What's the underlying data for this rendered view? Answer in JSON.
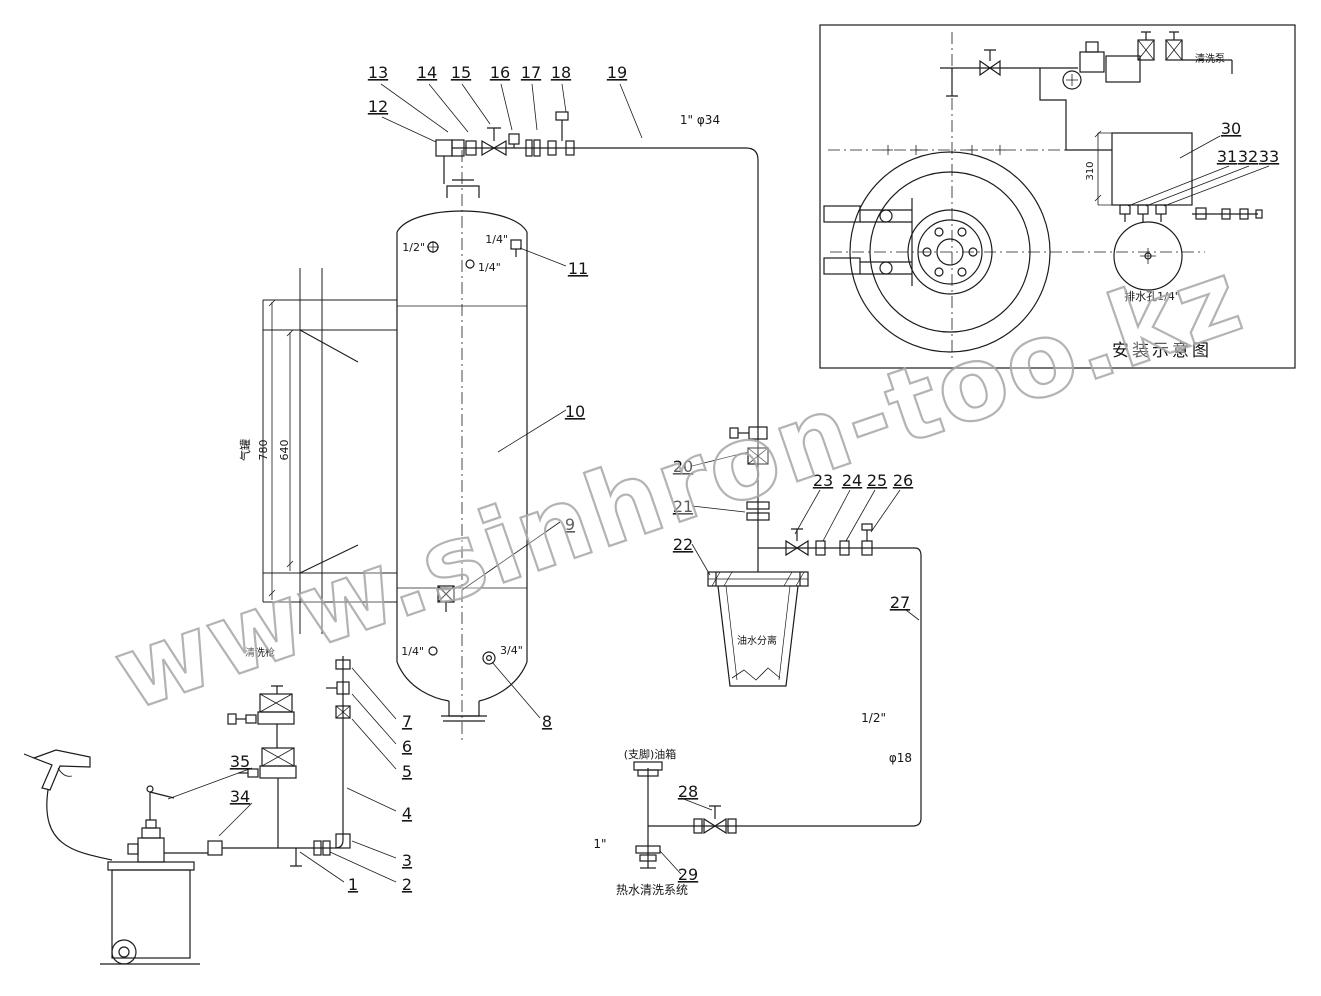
{
  "watermark": {
    "text": "www.sinhron-too.kz"
  },
  "callouts": {
    "1": "1",
    "2": "2",
    "3": "3",
    "4": "4",
    "5": "5",
    "6": "6",
    "7": "7",
    "8": "8",
    "9": "9",
    "10": "10",
    "11": "11",
    "12": "12",
    "13": "13",
    "14": "14",
    "15": "15",
    "16": "16",
    "17": "17",
    "18": "18",
    "19": "19",
    "20": "20",
    "21": "21",
    "22": "22",
    "23": "23",
    "24": "24",
    "25": "25",
    "26": "26",
    "27": "27",
    "28": "28",
    "29": "29",
    "30": "30",
    "31": "31",
    "32": "32",
    "33": "33",
    "34": "34",
    "35": "35"
  },
  "labels": {
    "pipe_main": "1\" φ34",
    "half": "1/2\"",
    "quarter": "1/4\"",
    "three_quarter": "3/4\"",
    "one_inch": "1\"",
    "phi18": "φ18",
    "dim_780": "780",
    "dim_640": "640",
    "dim_310": "310",
    "tank_side": "气罐",
    "gun": "清洗枪",
    "pump": "清洗泵",
    "drain": "排水孔1/4\"",
    "inset_title": "安装示意图",
    "fuel_tank": "(支脚)油箱",
    "separator": "油水分离",
    "system": "热水清洗系统"
  }
}
